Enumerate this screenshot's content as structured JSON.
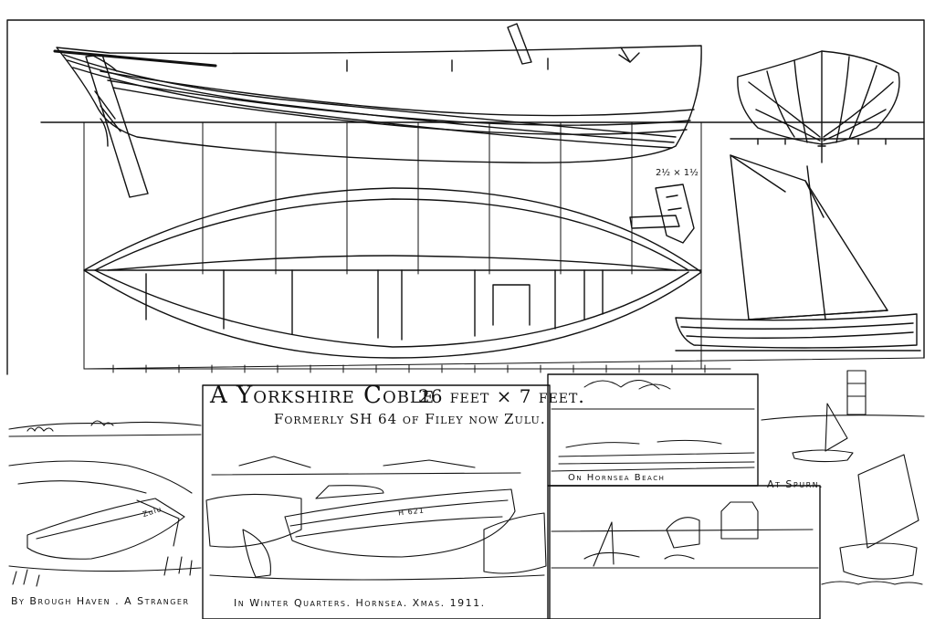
{
  "plate": {
    "title_main": "A Yorkshire Coble",
    "title_dims": "26 feet × 7 feet.",
    "subtitle": "Formerly SH 64 of Filey now Zulu.",
    "dimension_note": "2½ × 1½"
  },
  "captions": {
    "brough": "By Brough Haven . A Stranger",
    "winter": "In Winter Quarters. Hornsea. Xmas. 1911.",
    "hornsea_beach": "On Hornsea Beach",
    "spurn": "At Spurn."
  },
  "boat_markings": {
    "bow_name": "Zulu",
    "registration": "H 621"
  }
}
